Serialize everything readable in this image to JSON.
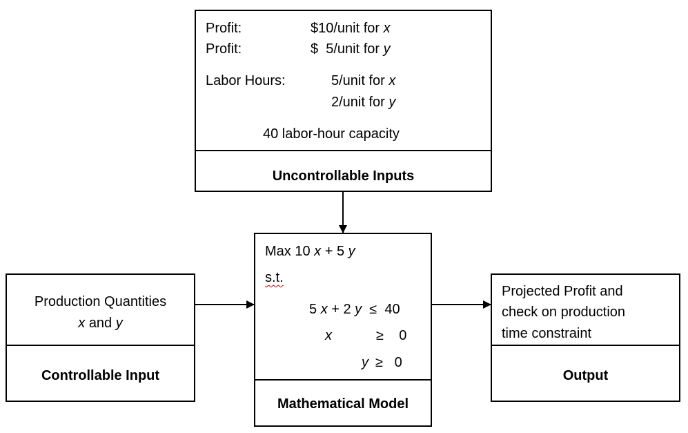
{
  "uncontrollable": {
    "profit_label_1": "Profit:",
    "profit_value_1": "$10/unit for",
    "profit_var_1": "x",
    "profit_label_2": "Profit:",
    "profit_value_2": "$  5/unit for",
    "profit_var_2": "y",
    "labor_label": "Labor Hours:",
    "labor_value_1": "5/unit for",
    "labor_var_1": "x",
    "labor_value_2": "2/unit for",
    "labor_var_2": "y",
    "capacity": "40 labor-hour capacity",
    "title": "Uncontrollable Inputs"
  },
  "controllable": {
    "line1": "Production Quantities",
    "var_x": "x",
    "and": "and",
    "var_y": "y",
    "title": "Controllable Input"
  },
  "model": {
    "objective_prefix": "Max 10",
    "objective_x": "x",
    "objective_mid": "+ 5",
    "objective_y": "y",
    "st": "s.t.",
    "c1_a": "5",
    "c1_x": "x",
    "c1_b": "+ 2",
    "c1_y": "y",
    "c1_rel": "≤  40",
    "c2_x": "x",
    "c2_rel": "≥    0",
    "c3_y": "y",
    "c3_rel": "≥   0",
    "title": "Mathematical Model"
  },
  "output": {
    "line1": "Projected Profit and",
    "line2": "check on production",
    "line3": "time constraint",
    "title": "Output"
  }
}
